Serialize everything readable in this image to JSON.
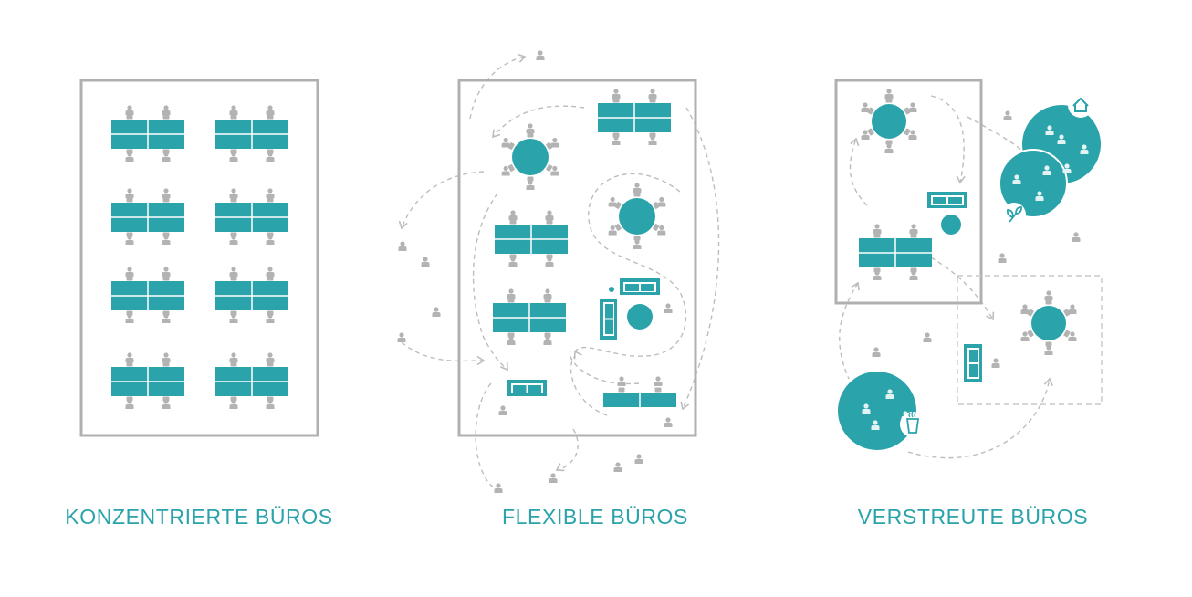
{
  "colors": {
    "accent": "#2aa3ab",
    "frame": "#b0b0b0",
    "person": "#b3b3b3",
    "path": "#bdbdbd",
    "background": "#ffffff"
  },
  "panels": [
    {
      "title": "KONZENTRIERTE BÜROS"
    },
    {
      "title": "FLEXIBLE BÜROS"
    },
    {
      "title": "VERSTREUTE BÜROS"
    }
  ],
  "icons": {
    "home": "home-icon",
    "plant": "plant-icon",
    "coffee": "coffee-cup-icon"
  }
}
